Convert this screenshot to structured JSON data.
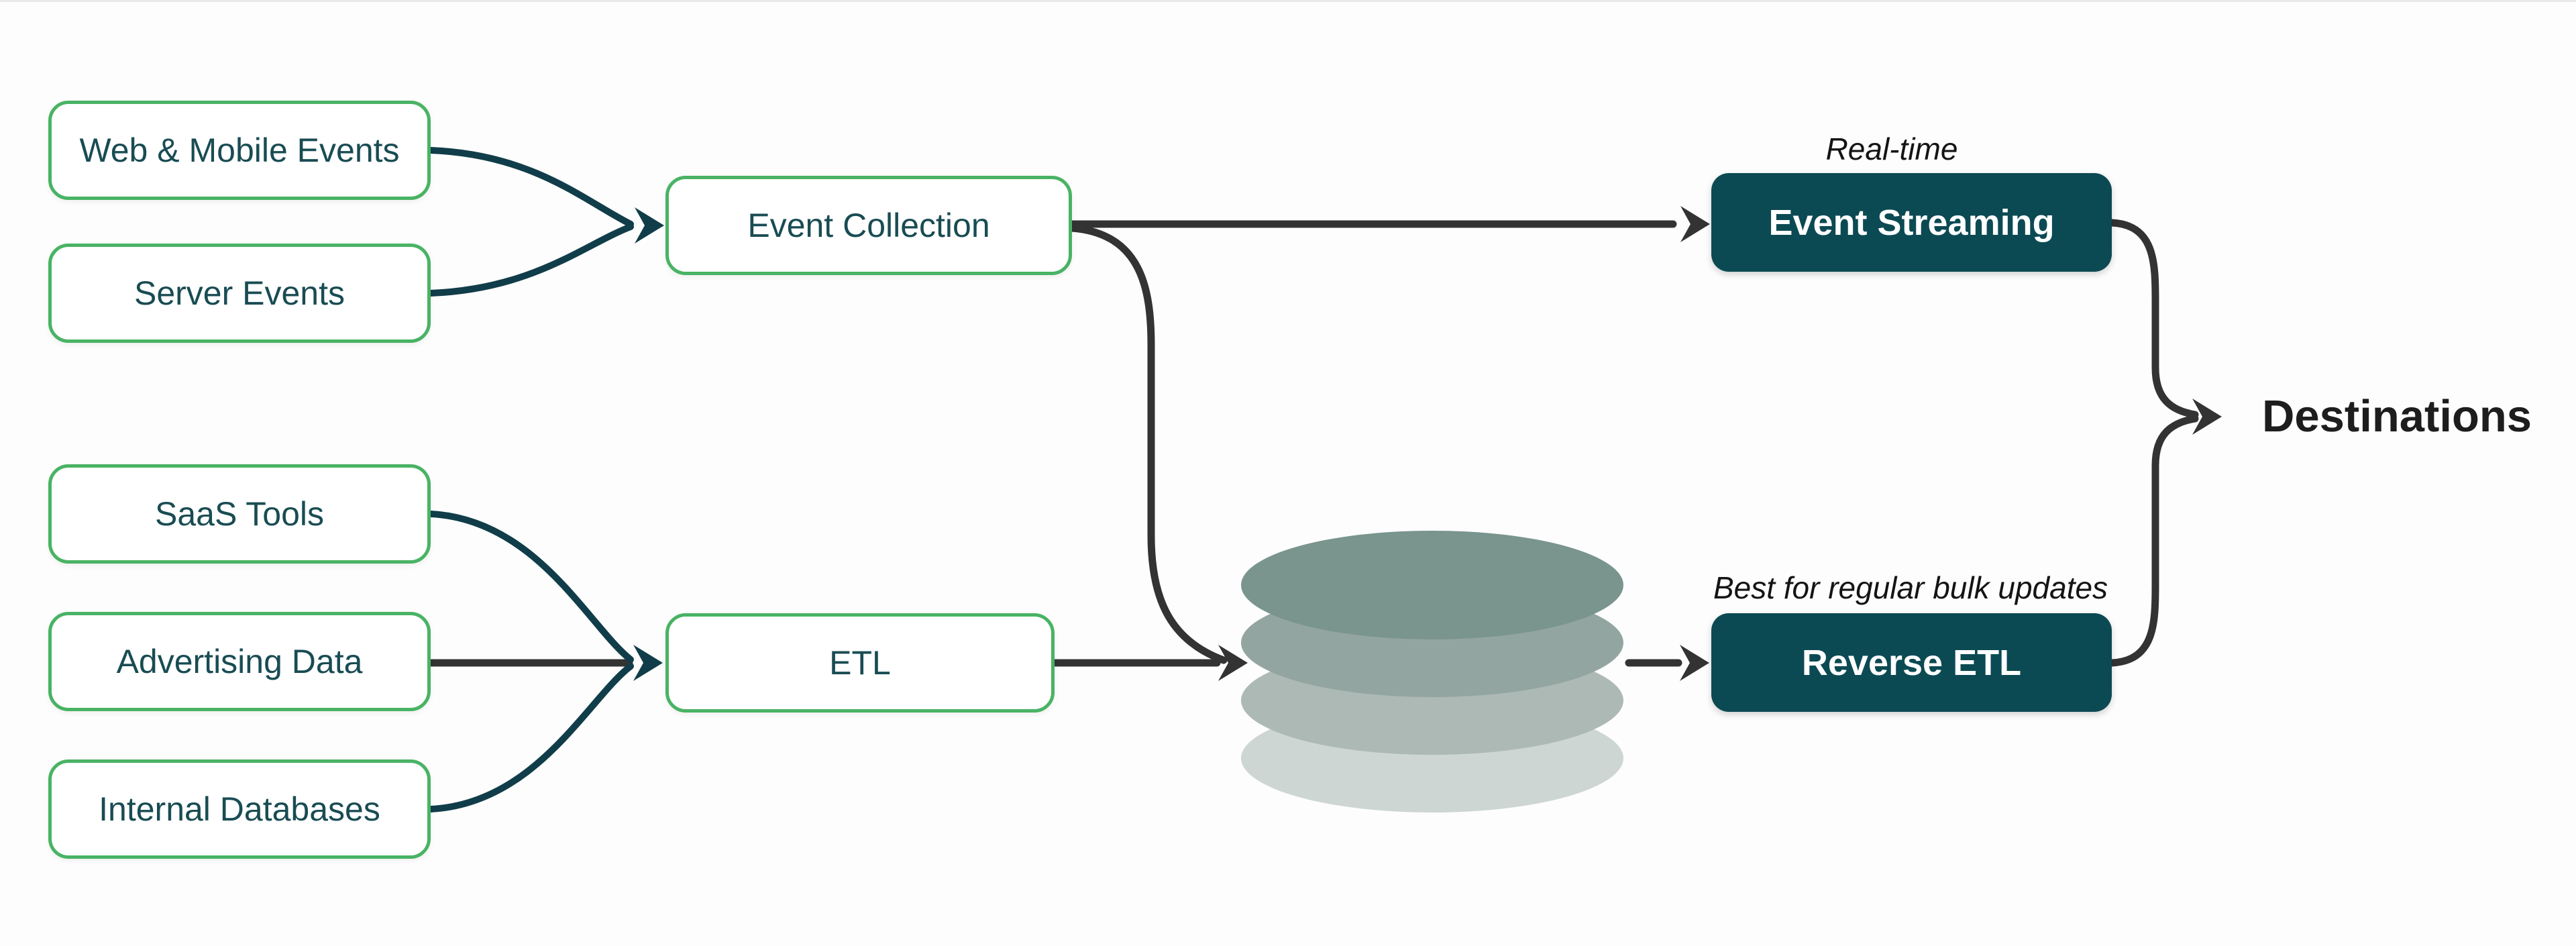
{
  "nodes": {
    "web_mobile_events": {
      "label": "Web & Mobile Events"
    },
    "server_events": {
      "label": "Server Events"
    },
    "saas_tools": {
      "label": "SaaS Tools"
    },
    "advertising_data": {
      "label": "Advertising Data"
    },
    "internal_databases": {
      "label": "Internal Databases"
    },
    "event_collection": {
      "label": "Event Collection"
    },
    "etl": {
      "label": "ETL"
    },
    "event_streaming": {
      "label": "Event Streaming",
      "annotation": "Real-time"
    },
    "reverse_etl": {
      "label": "Reverse ETL",
      "annotation": "Best for regular bulk updates"
    },
    "warehouse": {
      "icon": "database-cylinder"
    },
    "destinations": {
      "label": "Destinations"
    }
  },
  "edges": [
    {
      "from": "web_mobile_events",
      "to": "event_collection"
    },
    {
      "from": "server_events",
      "to": "event_collection"
    },
    {
      "from": "saas_tools",
      "to": "etl"
    },
    {
      "from": "advertising_data",
      "to": "etl"
    },
    {
      "from": "internal_databases",
      "to": "etl"
    },
    {
      "from": "event_collection",
      "to": "event_streaming"
    },
    {
      "from": "event_collection",
      "to": "warehouse"
    },
    {
      "from": "etl",
      "to": "warehouse"
    },
    {
      "from": "warehouse",
      "to": "reverse_etl"
    },
    {
      "from": "event_streaming",
      "to": "destinations"
    },
    {
      "from": "reverse_etl",
      "to": "destinations"
    }
  ],
  "colors": {
    "background": "#fdfdfd",
    "green_border": "#49b364",
    "node_text": "#194c53",
    "filled_node_bg": "#0c4a53",
    "filled_node_text": "#ffffff",
    "teal_arrow": "#103d49",
    "gray_arrow": "#333333",
    "annotation_text": "#141414",
    "destinations_text": "#1d1d1d",
    "db_layer_1": "#7a948e",
    "db_layer_2": "#93a5a1",
    "db_layer_3": "#adb9b5",
    "db_layer_4": "#cdd6d2"
  }
}
